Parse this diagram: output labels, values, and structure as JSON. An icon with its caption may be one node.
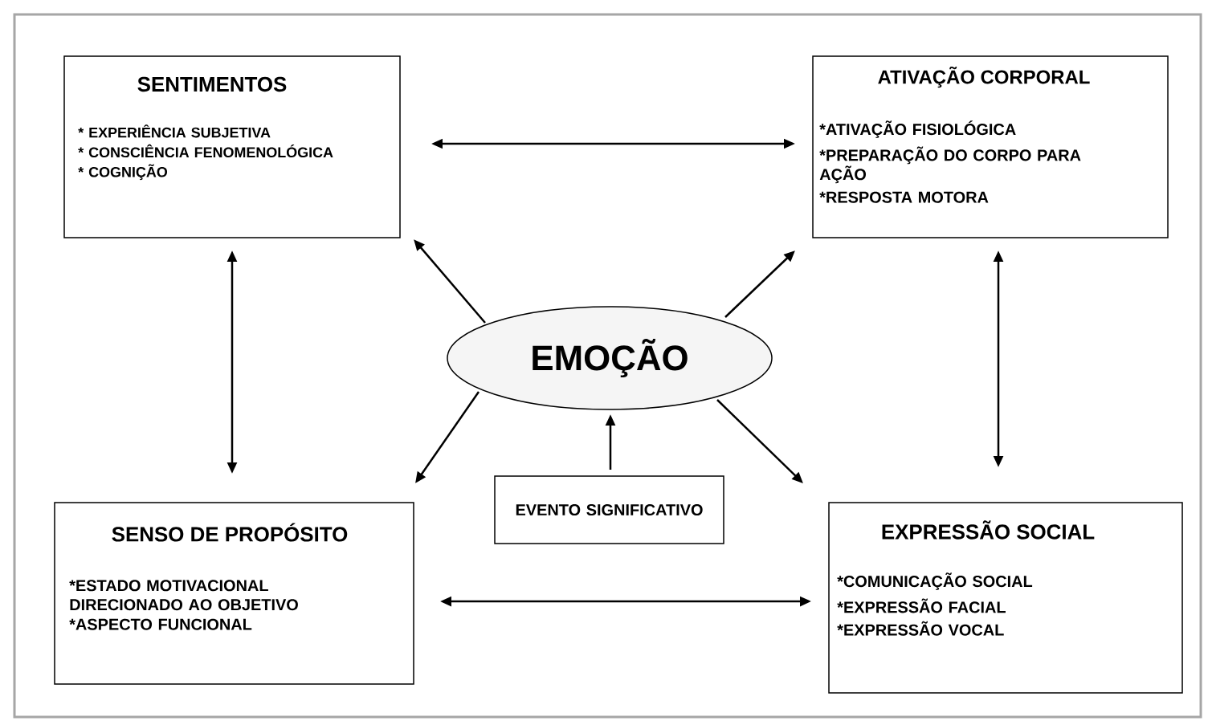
{
  "diagram": {
    "nodes": [
      {
        "text": [
          "SENTIMENTOS",
          "* EXPERIÊNCIA SUBJETIVA",
          "* CONSCIÊNCIA FENOMENOLÓGICA",
          "* COGNIÇÃO"
        ]
      },
      {
        "text": [
          "ATIVAÇÃO CORPORAL",
          "*ATIVAÇÃO FISIOLÓGICA",
          "*PREPARAÇÃO DO CORPO PARA AÇÃO",
          "*RESPOSTA MOTORA"
        ]
      },
      {
        "text": [
          "EMOÇÃO"
        ]
      },
      {
        "text": [
          "SENSO DE PROPÓSITO",
          "*ESTADO MOTIVACIONAL DIRECIONADO AO OBJETIVO",
          "*ASPECTO FUNCIONAL"
        ]
      },
      {
        "text": [
          "EVENTO SIGNIFICATIVO"
        ]
      },
      {
        "text": [
          "EXPRESSÃO SOCIAL",
          "*COMUNICAÇÃO SOCIAL",
          "*EXPRESSÃO FACIAL",
          "*EXPRESSÃO VOCAL"
        ]
      }
    ],
    "edges": [
      {
        "from": 0,
        "to": 1,
        "arrow": "both"
      },
      {
        "from": 0,
        "to": 3,
        "arrow": "both"
      },
      {
        "from": 1,
        "to": 5,
        "arrow": "both"
      },
      {
        "from": 3,
        "to": 5,
        "arrow": "both"
      },
      {
        "from": 2,
        "to": 0,
        "arrow": "to"
      },
      {
        "from": 2,
        "to": 1,
        "arrow": "to"
      },
      {
        "from": 2,
        "to": 3,
        "arrow": "to"
      },
      {
        "from": 2,
        "to": 5,
        "arrow": "to"
      },
      {
        "from": 4,
        "to": 2,
        "arrow": "to"
      }
    ]
  }
}
